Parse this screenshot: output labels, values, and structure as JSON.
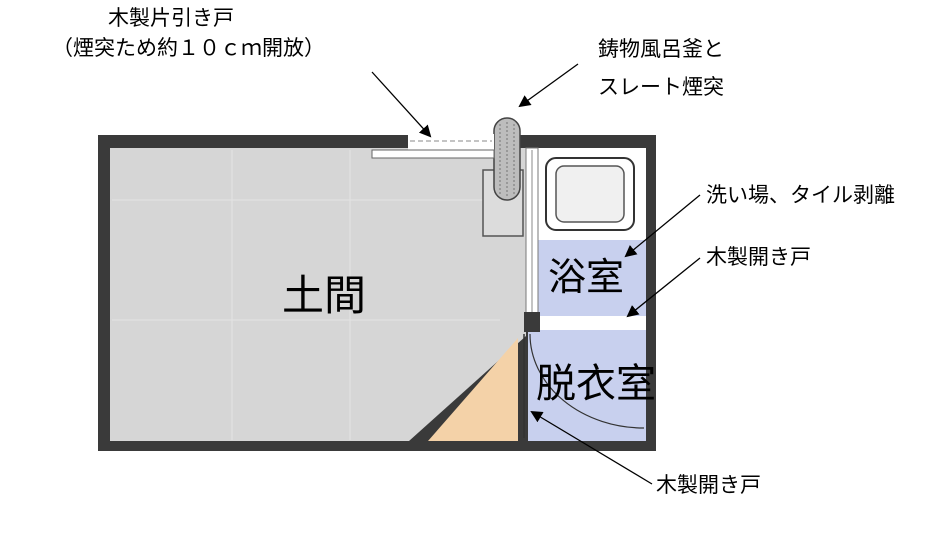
{
  "rooms": {
    "doma": "土間",
    "bath": "浴室",
    "dressing": "脱衣室"
  },
  "annotations": {
    "sliding_door_line1": "木製片引き戸",
    "sliding_door_line2": "（煙突ため約１０ｃｍ開放）",
    "boiler_line1": "鋳物風呂釜と",
    "boiler_line2": "スレート煙突",
    "wash_area": "洗い場、タイル剥離",
    "door_upper": "木製開き戸",
    "door_lower": "木製開き戸"
  },
  "colors": {
    "wall": "#3a3a3a",
    "floor": "#d6d6d6",
    "bath_floor": "#c8d0ee",
    "wood_corner": "#f4d2a8",
    "chimney": "#bdbdbd"
  }
}
